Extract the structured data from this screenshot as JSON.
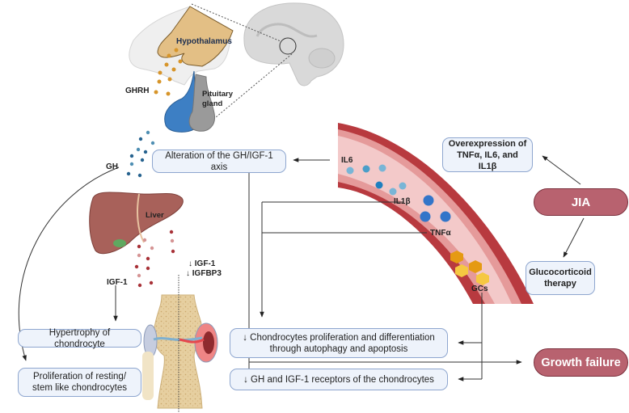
{
  "figure": {
    "labels": {
      "hypothalamus": "Hypothalamus",
      "ghrh": "GHRH",
      "pituitary": "Pituitary gland",
      "gh": "GH",
      "liver": "Liver",
      "igf1": "IGF-1",
      "igf_decrease_1": "↓ IGF-1",
      "igf_decrease_2": "↓ IGFBP3",
      "il6": "IL6",
      "il1b": "IL1β",
      "tnfa": "TNFα",
      "gcs": "GCs"
    },
    "boxes": {
      "gh_axis": "Alteration of the GH/IGF-1 axis",
      "overexpression": "Overexpression of TNFα, IL6, and IL1β",
      "glucocorticoid": "Glucocorticoid therapy",
      "hypertrophy": "Hypertrophy of chondrocyte",
      "proliferation_resting": "Proliferation of resting/ stem like chondrocytes",
      "chondrocytes_proliferation": "↓ Chondrocytes proliferation and differentiation through autophagy and apoptosis",
      "gh_receptors": "↓ GH and IGF-1 receptors of the chondrocytes"
    },
    "pills": {
      "jia": "JIA",
      "growth_failure": "Growth failure"
    },
    "colors": {
      "box_fill": "#eef3fb",
      "box_border": "#8ea6cf",
      "pill_fill": "#b8626f",
      "vessel_wall": "#b83a3f",
      "vessel_lumen": "#f3c9c9",
      "hypothalamus": "#e3bf85",
      "pituitary_blue": "#3d7fc4",
      "liver": "#a8615a",
      "ghrh_dot": "#d7952a",
      "gh_dot": "#27638f",
      "igf_dot": "#a83238"
    }
  }
}
